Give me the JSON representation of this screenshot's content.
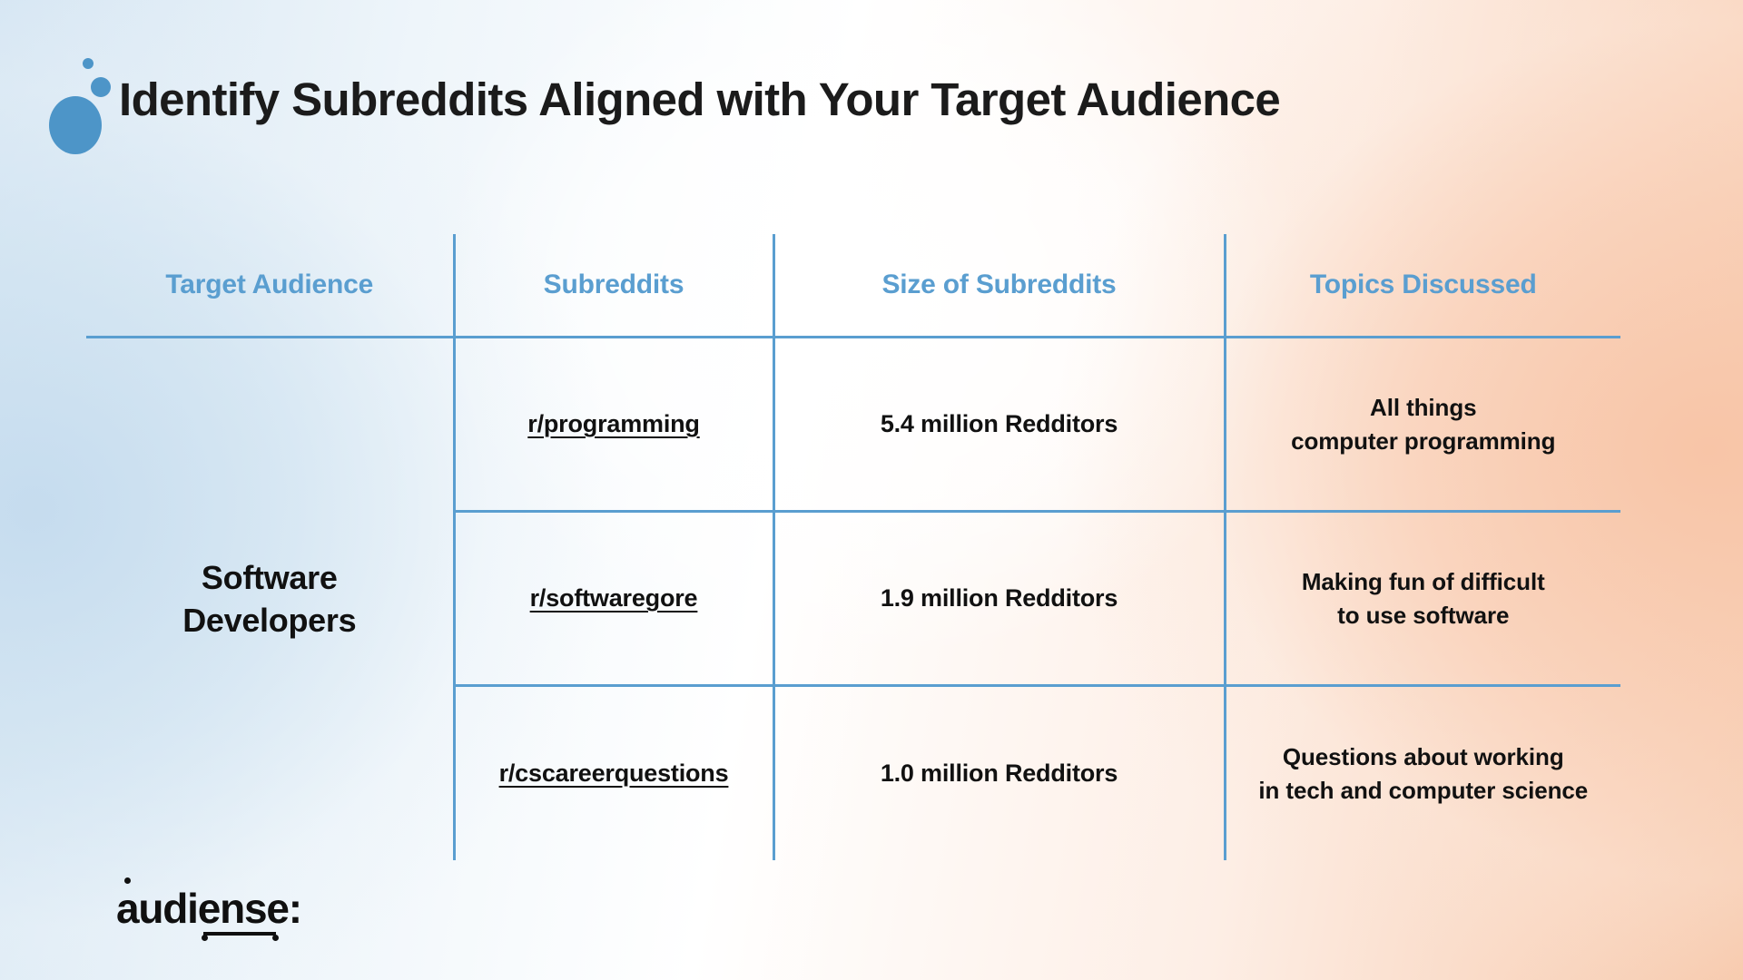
{
  "header": {
    "title": "Identify Subreddits Aligned with Your Target Audience",
    "logo_icon": "bubbles-icon"
  },
  "colors": {
    "accent_blue": "#5a9ed0",
    "header_text_blue": "#5a9ed0",
    "body_text": "#111111",
    "bg_left": "#d6e6f3",
    "bg_right": "#f7c9ac"
  },
  "table": {
    "columns": [
      "Target Audience",
      "Subreddits",
      "Size of Subreddits",
      "Topics Discussed"
    ],
    "audience_group": "Software Developers",
    "audience_group_lines": [
      "Software",
      "Developers"
    ],
    "rows": [
      {
        "subreddit": "r/programming",
        "size": "5.4 million Redditors",
        "topics_lines": [
          "All things",
          "computer programming"
        ]
      },
      {
        "subreddit": "r/softwaregore",
        "size": "1.9 million Redditors",
        "topics_lines": [
          "Making fun of difficult",
          "to use software"
        ]
      },
      {
        "subreddit": "r/cscareerquestions",
        "size": "1.0 million Redditors",
        "topics_lines": [
          "Questions about working",
          "in tech and computer science"
        ]
      }
    ]
  },
  "footer": {
    "brand": "audiense:"
  }
}
